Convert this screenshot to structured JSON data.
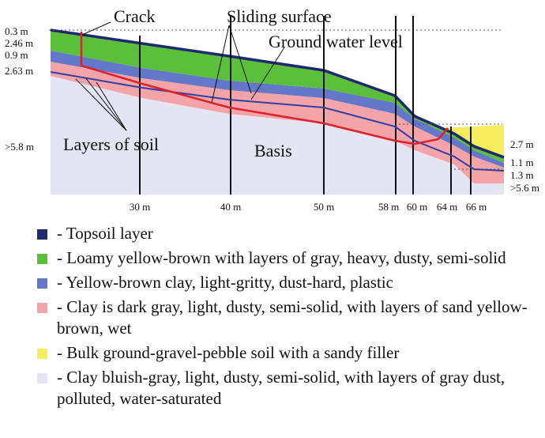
{
  "labels": {
    "crack": "Crack",
    "sliding_surface": "Sliding surface",
    "ground_water_level": "Ground water level",
    "layers_of_soil": "Layers of soil",
    "basis": "Basis"
  },
  "left_depths": [
    "0.3 m",
    "2.46 m",
    "0.9 m",
    "2.63 m",
    ">5.8 m"
  ],
  "right_depths": [
    "2.7 m",
    "1.1 m",
    "1.3 m",
    ">5.6 m"
  ],
  "distance_ticks": [
    "30 m",
    "40 m",
    "50 m",
    "58 m",
    "60 m",
    "64 m",
    "66 m"
  ],
  "legend": [
    {
      "color": "#1f2a6e",
      "text": "- Topsoil layer"
    },
    {
      "color": "#5bbf3c",
      "text": "- Loamy yellow-brown with layers of gray, heavy, dusty, semi-solid"
    },
    {
      "color": "#6577c8",
      "text": "- Yellow-brown clay, light-gritty, dust-hard, plastic"
    },
    {
      "color": "#f4a3a8",
      "text": "- Clay is dark gray, light, dusty, semi-solid, with layers of sand yellow-brown, wet"
    },
    {
      "color": "#f5ec5e",
      "text": "- Bulk ground-gravel-pebble soil with a sandy filler"
    },
    {
      "color": "#e4e4f2",
      "text": "- Clay bluish-gray, light, dusty, semi-solid, with layers of gray dust, polluted, water-saturated"
    }
  ]
}
